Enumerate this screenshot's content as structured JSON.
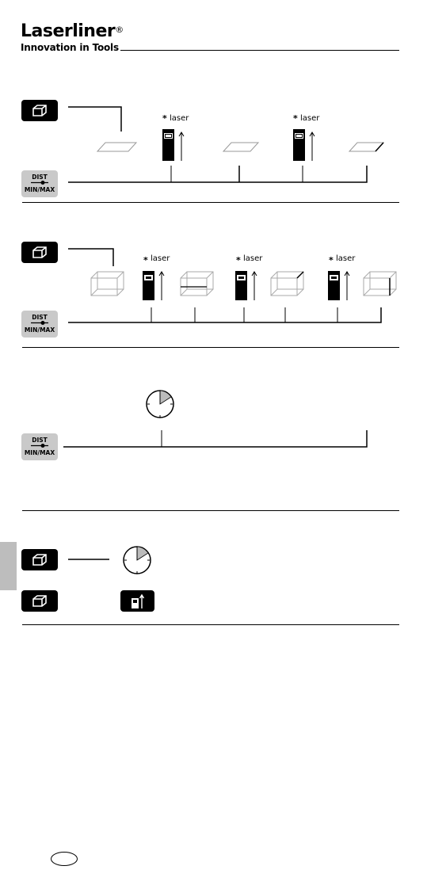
{
  "brand": {
    "name": "Laserliner",
    "registered": "®",
    "tagline": "Innovation in Tools"
  },
  "labels": {
    "laser": "laser",
    "dist": "DIST",
    "minmax": "MIN/MAX"
  },
  "icons": {
    "mode_button": "cube-outline-icon",
    "dist_button": "dist-min-max-icon",
    "plane": "surface-plane-icon",
    "cube": "volume-cube-icon",
    "device": "laser-meter-device-icon",
    "timer": "timer-clock-icon",
    "device_button": "device-reference-icon"
  },
  "colors": {
    "button_dark": "#000000",
    "button_grey": "#c9c9c9",
    "figure_grey": "#9a9a9a",
    "tab_grey": "#bdbdbd",
    "timer_fill": "#bbbbbb"
  }
}
